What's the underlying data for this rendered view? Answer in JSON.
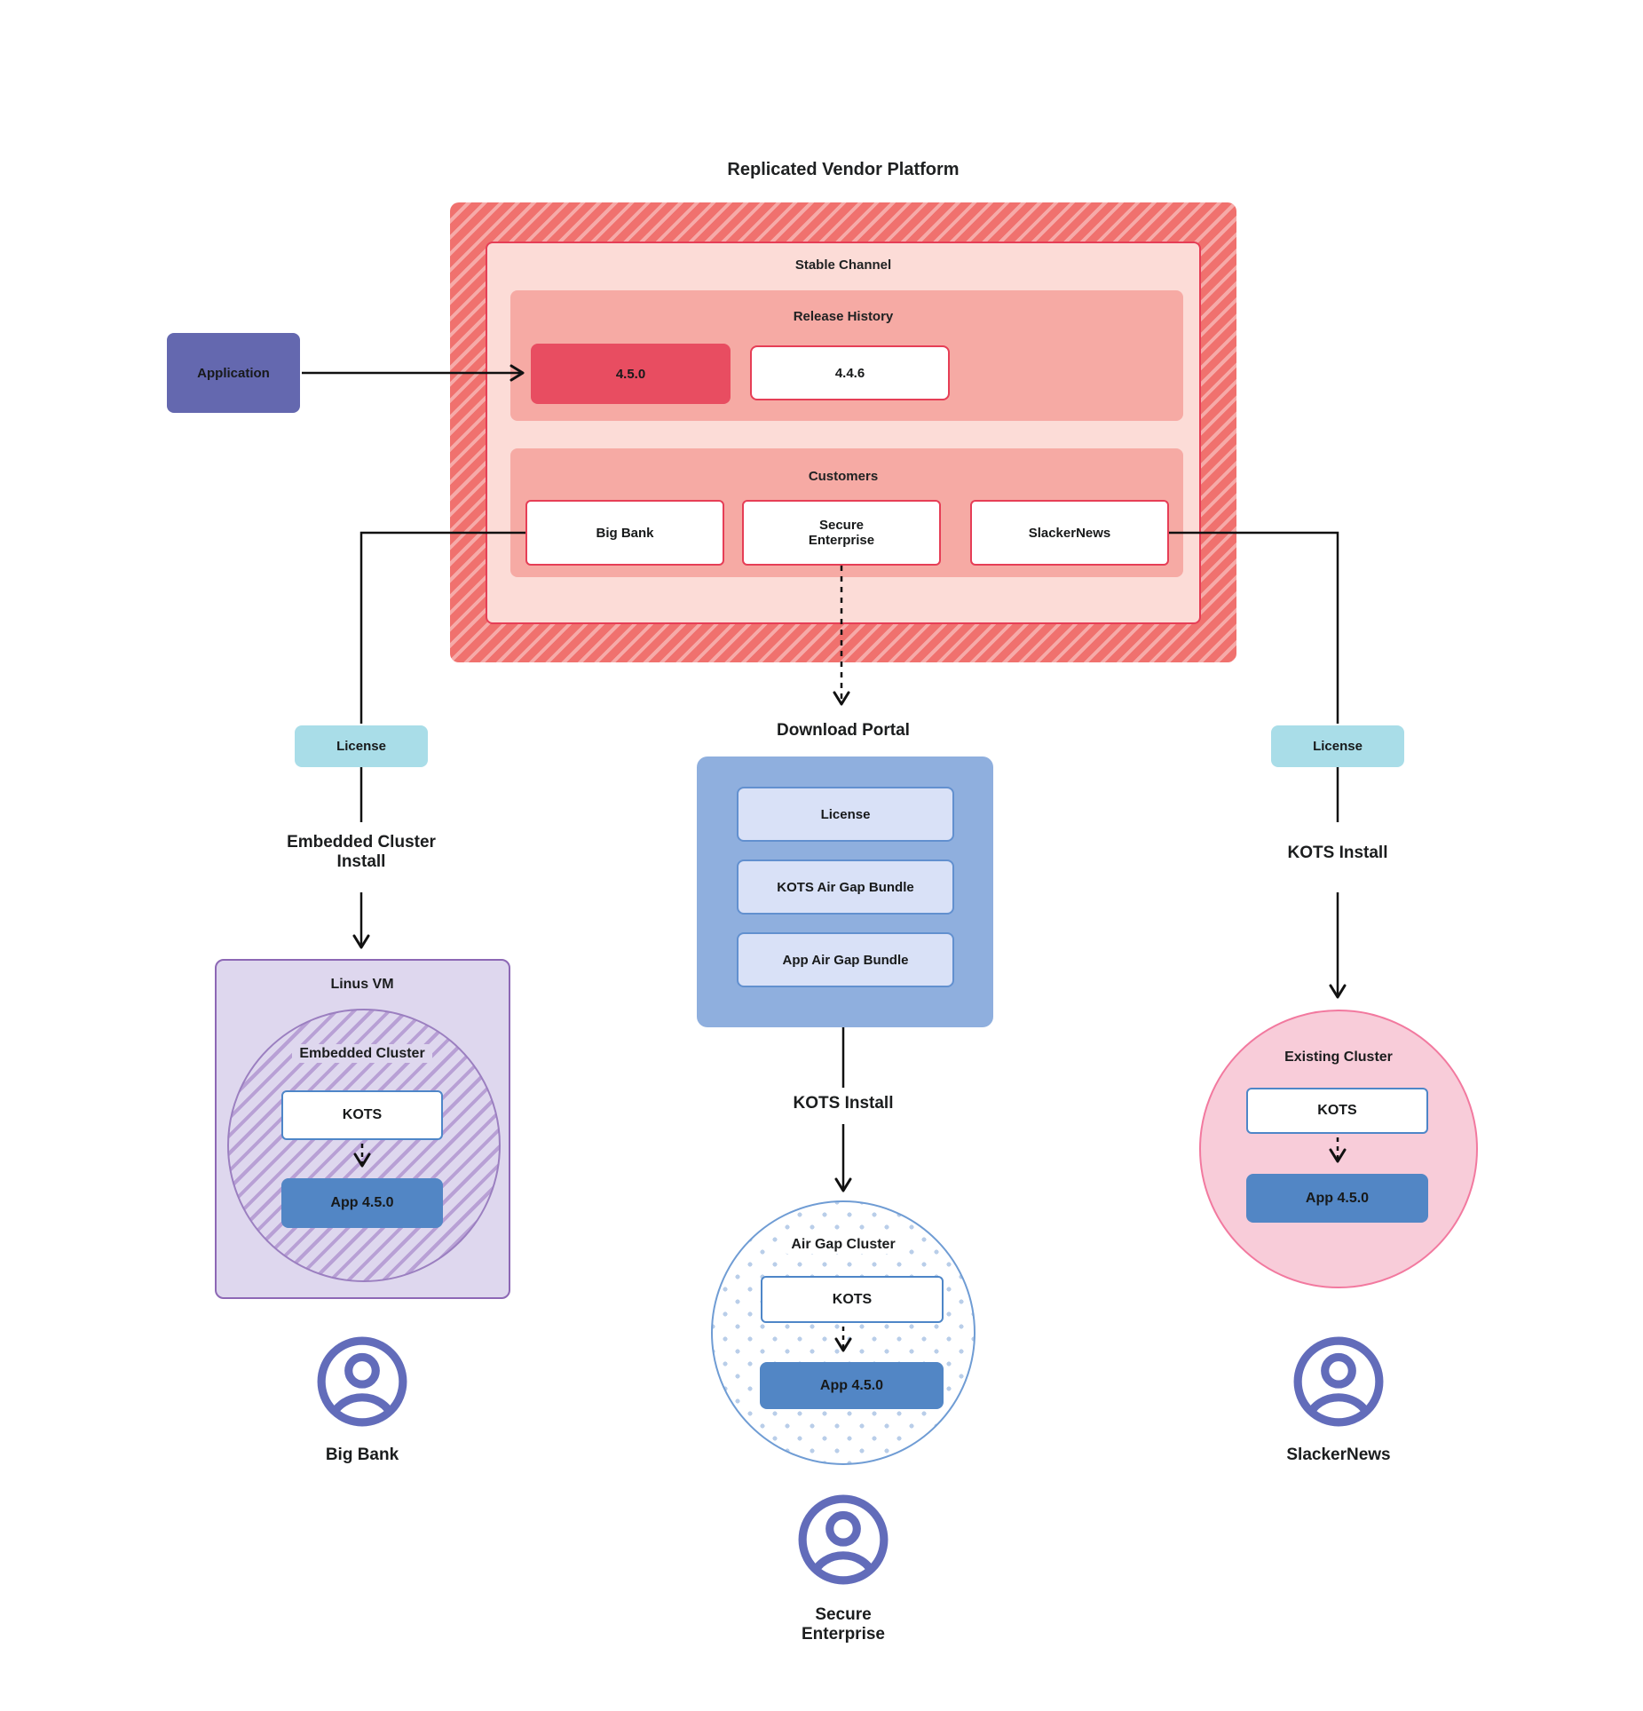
{
  "title": "Replicated Vendor Platform",
  "vendor_platform": {
    "stable_channel_label": "Stable Channel",
    "release_history_label": "Release History",
    "releases": [
      {
        "version": "4.5.0",
        "current": true
      },
      {
        "version": "4.4.6",
        "current": false
      }
    ],
    "customers_label": "Customers",
    "customers": [
      {
        "name": "Big Bank"
      },
      {
        "name": "Secure\nEnterprise"
      },
      {
        "name": "SlackerNews"
      }
    ]
  },
  "application": {
    "label": "Application"
  },
  "big_bank_flow": {
    "license_label": "License",
    "install_method": "Embedded Cluster\nInstall",
    "vm_label": "Linus VM",
    "cluster_label": "Embedded Cluster",
    "kots_label": "KOTS",
    "app_version": "App 4.5.0",
    "customer_label": "Big Bank"
  },
  "secure_enterprise_flow": {
    "portal_title": "Download  Portal",
    "portal_items": [
      {
        "label": "License"
      },
      {
        "label": "KOTS Air Gap Bundle"
      },
      {
        "label": "App Air Gap Bundle"
      }
    ],
    "install_method": "KOTS Install",
    "cluster_label": "Air Gap Cluster",
    "kots_label": "KOTS",
    "app_version": "App 4.5.0",
    "customer_label": "Secure\nEnterprise"
  },
  "slackernews_flow": {
    "license_label": "License",
    "install_method": "KOTS Install",
    "cluster_label": "Existing Cluster",
    "kots_label": "KOTS",
    "app_version": "App 4.5.0",
    "customer_label": "SlackerNews"
  },
  "colors": {
    "platform_red": "#f0716e",
    "platform_stripe": "#f8a5a1",
    "stable_pink": "#fcdcd7",
    "channel_border_red": "#e63e56",
    "section_salmon": "#f6aaa4",
    "release_current_red": "#e84d61",
    "application_indigo": "#6468af",
    "license_teal": "#a9dde8",
    "portal_blue": "#8fafde",
    "portal_item_blue": "#d9e1f7",
    "kots_border_blue": "#4e86c8",
    "app_blue": "#5286c5",
    "vm_purple_fill": "#ded7ee",
    "vm_purple_border": "#8d68b5",
    "hatch_purple": "#b8a0d5",
    "airgap_dots_blue": "#b9cee9",
    "existing_cluster_pink": "#f8ccd9",
    "existing_cluster_border": "#f2799f",
    "user_icon_indigo": "#626cba",
    "connector_black": "#111111"
  }
}
